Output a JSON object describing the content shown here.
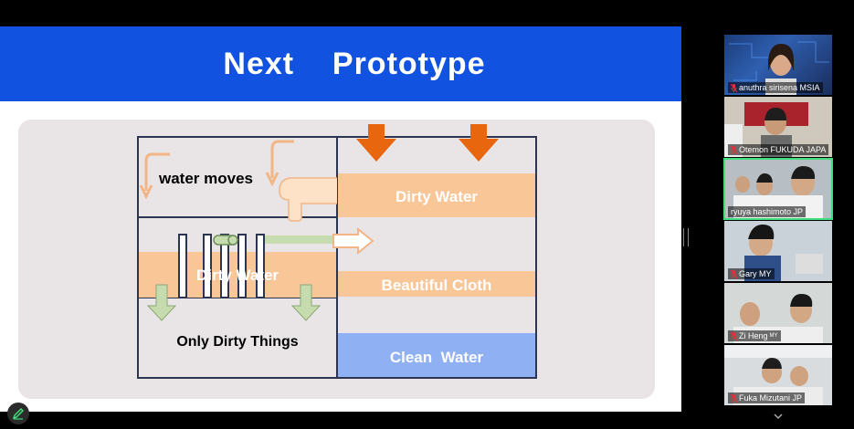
{
  "slide": {
    "title": "Next    Prototype",
    "labels": {
      "water_moves": "water moves",
      "dirty_water_top": "Dirty Water",
      "dirty_water_left": "Dirty Water",
      "beautiful_cloth": "Beautiful Cloth",
      "only_dirty_things": "Only Dirty Things",
      "clean_water": "Clean  Water"
    },
    "colors": {
      "header_blue": "#1152e0",
      "orange_arrow": "#e8660e",
      "dirty_fill": "#f9c698",
      "clean_fill": "#8fb1f4",
      "green_arrow": "#c7dcae"
    }
  },
  "participants": [
    {
      "name": "anuthra sirisena MSIA",
      "muted": true,
      "active": false
    },
    {
      "name": "Otemon FUKUDA JAPA",
      "muted": true,
      "active": false
    },
    {
      "name": "ryuya hashimoto JP",
      "muted": false,
      "active": true
    },
    {
      "name": "Gary MY",
      "muted": true,
      "active": false
    },
    {
      "name": "Zi Heng",
      "suffix": "MY",
      "muted": true,
      "active": false
    },
    {
      "name": "Fuka Mizutani JP",
      "muted": true,
      "active": false
    }
  ],
  "icons": {
    "edit": "pencil-icon",
    "expand": "chevron-down-icon",
    "mic": "mic-muted-icon"
  }
}
